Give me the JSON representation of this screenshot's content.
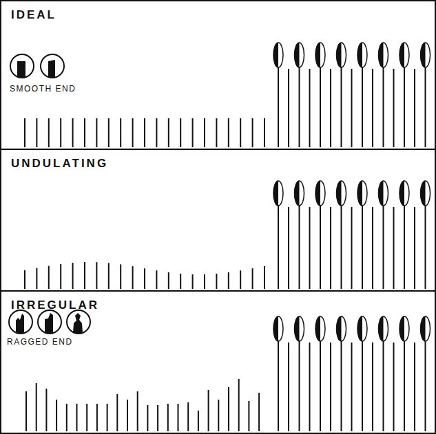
{
  "diagram": {
    "nodes": [
      {
        "text": [
          "IDEAL",
          "SMOOTH END"
        ]
      },
      {
        "text": [
          "UNDULATING"
        ]
      },
      {
        "text": [
          "IRREGULAR",
          "RAGGED END"
        ]
      }
    ]
  }
}
